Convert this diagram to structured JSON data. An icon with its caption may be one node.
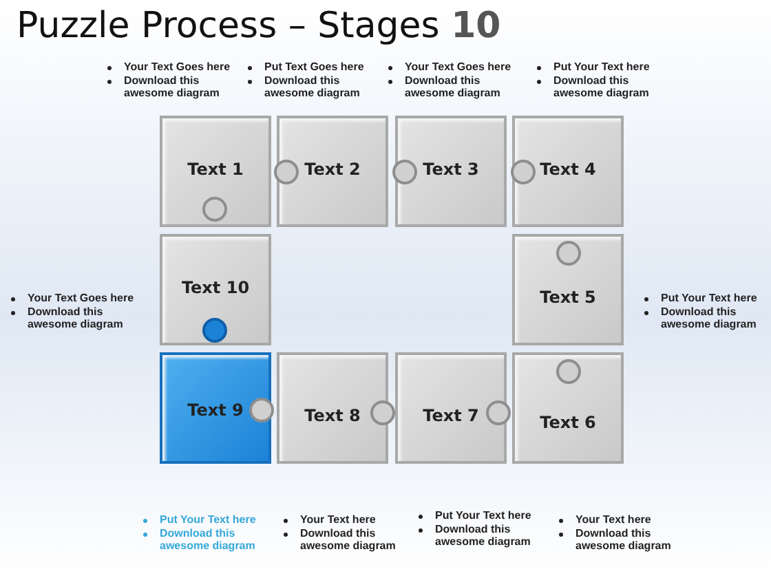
{
  "diagram": {
    "title": "Puzzle Process – Stages **10**",
    "nodes": [
      {
        "text": [
          "Text 1"
        ],
        "beside": [
          "Your Text Goes here",
          "Download this awesome diagram"
        ]
      },
      {
        "text": [
          "Text 2"
        ],
        "beside": [
          "Put Text Goes here",
          "Download this awesome diagram"
        ]
      },
      {
        "text": [
          "Text 3"
        ],
        "beside": [
          "Your Text Goes here",
          "Download this awesome diagram"
        ]
      },
      {
        "text": [
          "Text 4"
        ],
        "beside": [
          "Put Your Text  here",
          "Download this awesome diagram"
        ]
      },
      {
        "text": [
          "Text 10"
        ],
        "beside": [
          "Your Text Goes here",
          "Download this awesome diagram"
        ]
      },
      {
        "text": [
          "Text 5"
        ],
        "beside": [
          "Put Your Text  here",
          "Download this awesome diagram"
        ]
      },
      {
        "text": [
          "Text 9"
        ],
        "beside": [
          "Put Your Text  here",
          "Download this awesome diagram"
        ]
      },
      {
        "text": [
          "Text 8"
        ],
        "beside": [
          "Your Text  here",
          "Download this awesome diagram"
        ]
      },
      {
        "text": [
          "Text 7"
        ],
        "beside": [
          "Put Your Text  here",
          "Download this awesome diagram"
        ]
      },
      {
        "text": [
          "Text 6"
        ],
        "beside": [
          "Your Text  here",
          "Download this awesome diagram"
        ]
      }
    ]
  }
}
